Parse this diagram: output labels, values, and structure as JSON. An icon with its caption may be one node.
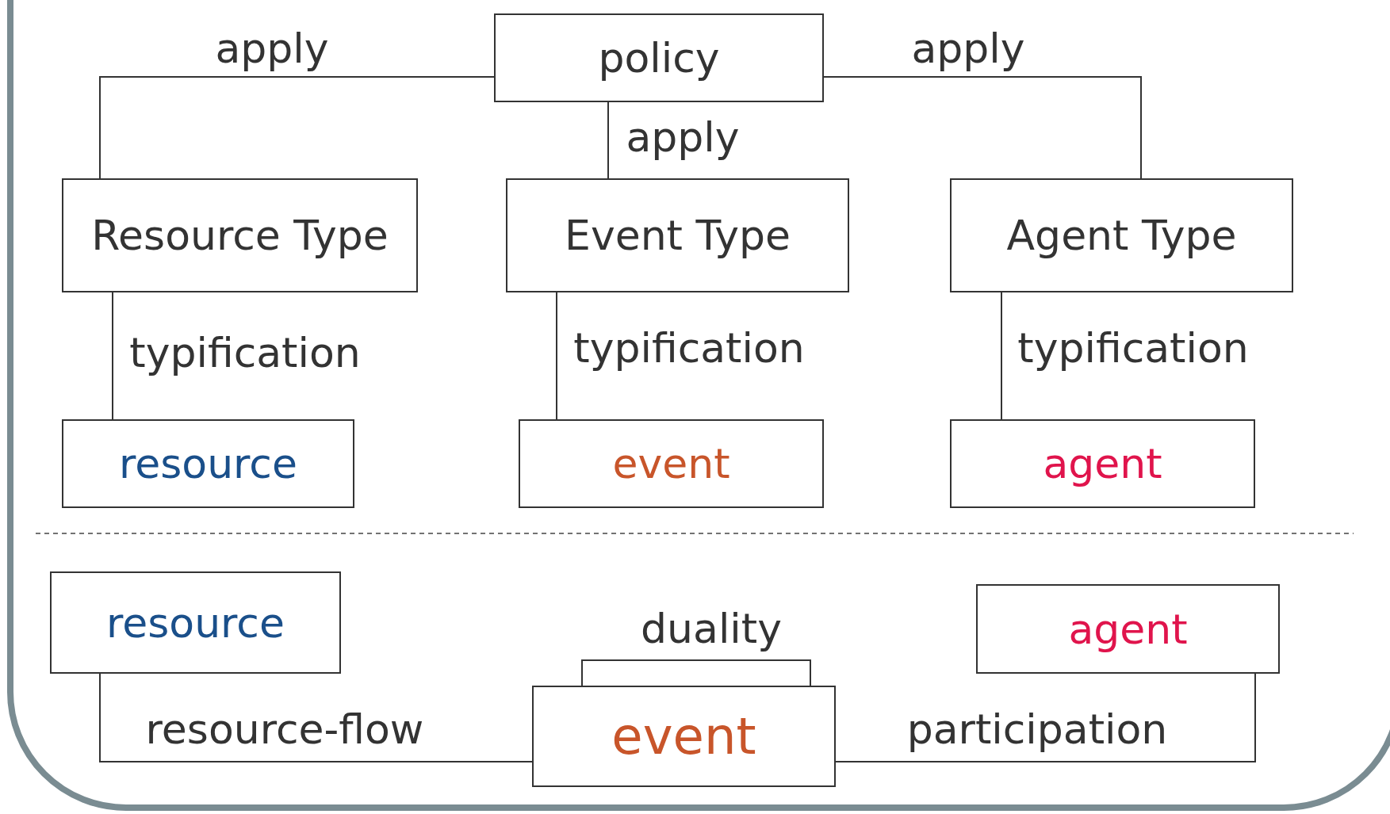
{
  "diagram": {
    "nodes": [
      {
        "text": [
          "policy"
        ]
      },
      {
        "text": [
          "Resource Type"
        ]
      },
      {
        "text": [
          "Event Type"
        ]
      },
      {
        "text": [
          "Agent Type"
        ]
      },
      {
        "text": [
          "resource"
        ]
      },
      {
        "text": [
          "event"
        ]
      },
      {
        "text": [
          "agent"
        ]
      },
      {
        "text": [
          "resource"
        ]
      },
      {
        "text": [
          "event"
        ]
      },
      {
        "text": [
          "agent"
        ]
      }
    ],
    "edges": [
      {
        "from": 0,
        "to": 1,
        "arrow": "none",
        "label": "apply"
      },
      {
        "from": 0,
        "to": 2,
        "arrow": "none",
        "label": "apply"
      },
      {
        "from": 0,
        "to": 3,
        "arrow": "none",
        "label": "apply"
      },
      {
        "from": 1,
        "to": 4,
        "arrow": "none",
        "label": "typification"
      },
      {
        "from": 2,
        "to": 5,
        "arrow": "none",
        "label": "typification"
      },
      {
        "from": 3,
        "to": 6,
        "arrow": "none",
        "label": "typification"
      },
      {
        "from": 7,
        "to": 8,
        "arrow": "none",
        "label": "resource-flow"
      },
      {
        "from": 9,
        "to": 8,
        "arrow": "none",
        "label": "participation"
      },
      {
        "from": 8,
        "to": 8,
        "arrow": "none",
        "label": "duality"
      }
    ]
  }
}
